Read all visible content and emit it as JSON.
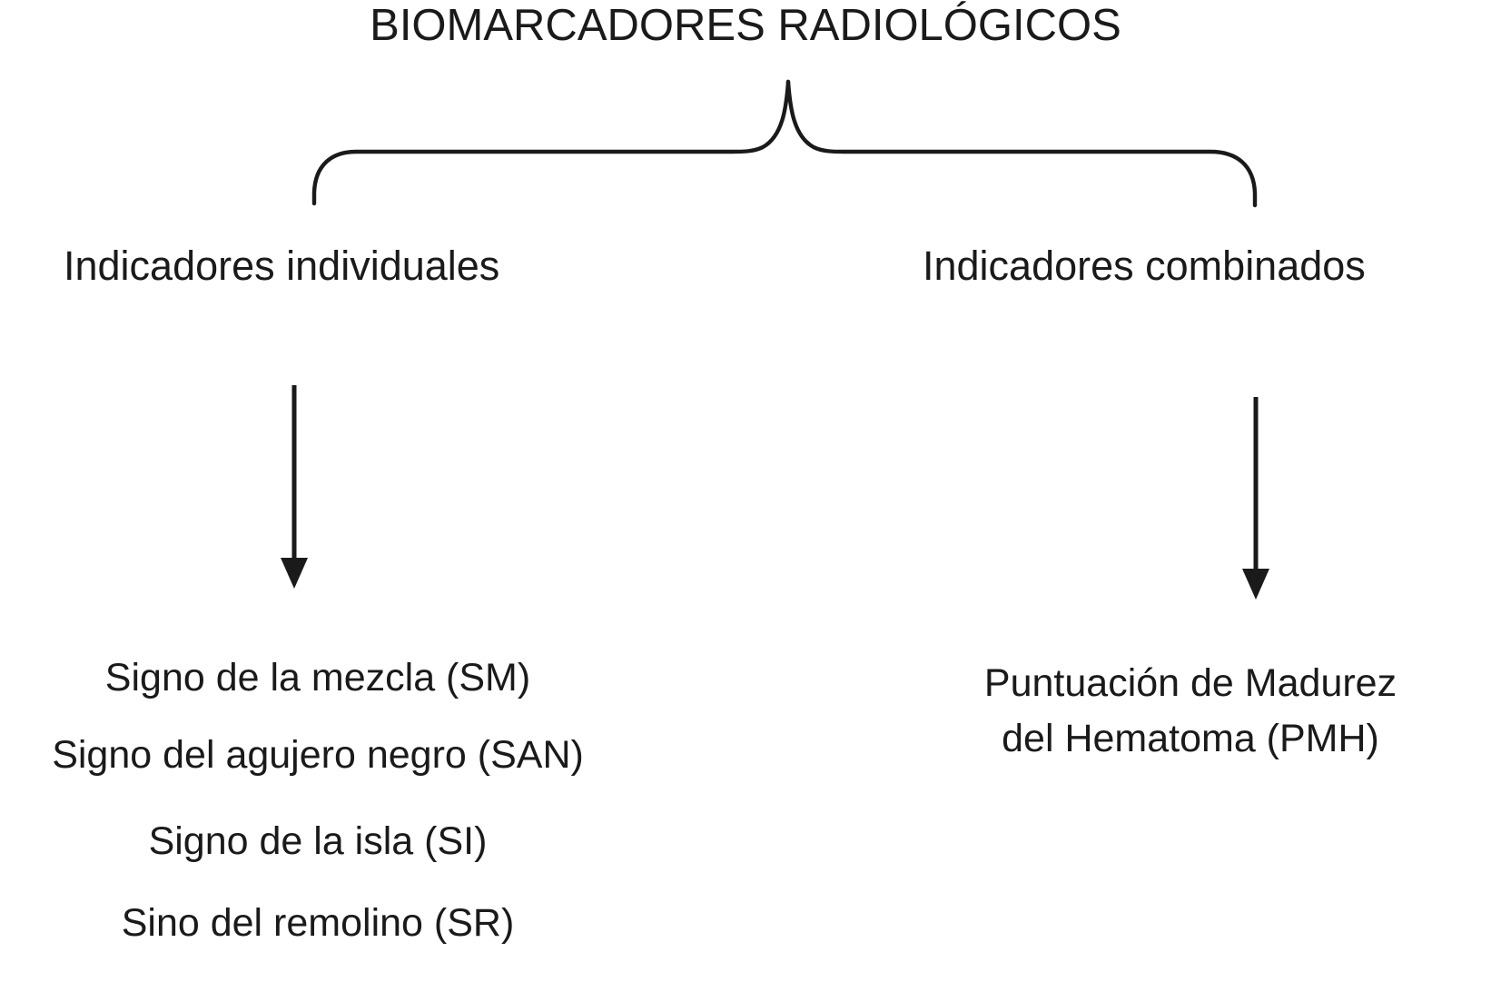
{
  "diagram": {
    "title": "BIOMARCADORES RADIOLÓGICOS",
    "type": "hierarchy-tree",
    "orientation": "top-down",
    "line_color": "#1a1a1a",
    "background_color": "#ffffff",
    "text_color": "#1a1a1a",
    "connectors": {
      "brace": {
        "name": "curly-brace-connector",
        "from": "diagram-title",
        "to": [
          "branch-label-left",
          "branch-label-right"
        ]
      },
      "arrows": [
        {
          "name": "arrow-left-down",
          "from": "branch-label-left",
          "to": "leaf-group-left",
          "direction": "down"
        },
        {
          "name": "arrow-right-down",
          "from": "branch-label-right",
          "to": "leaf-group-right",
          "direction": "down"
        }
      ]
    },
    "branches": [
      {
        "id": "left",
        "label": "Indicadores individuales",
        "leaves": [
          "Signo de la mezcla (SM)",
          "Signo del agujero negro (SAN)",
          "Signo de la isla (SI)",
          "Sino del remolino (SR)"
        ]
      },
      {
        "id": "right",
        "label": "Indicadores combinados",
        "leaves_multiline": [
          "Puntuación de Madurez",
          "del Hematoma (PMH)"
        ]
      }
    ]
  }
}
